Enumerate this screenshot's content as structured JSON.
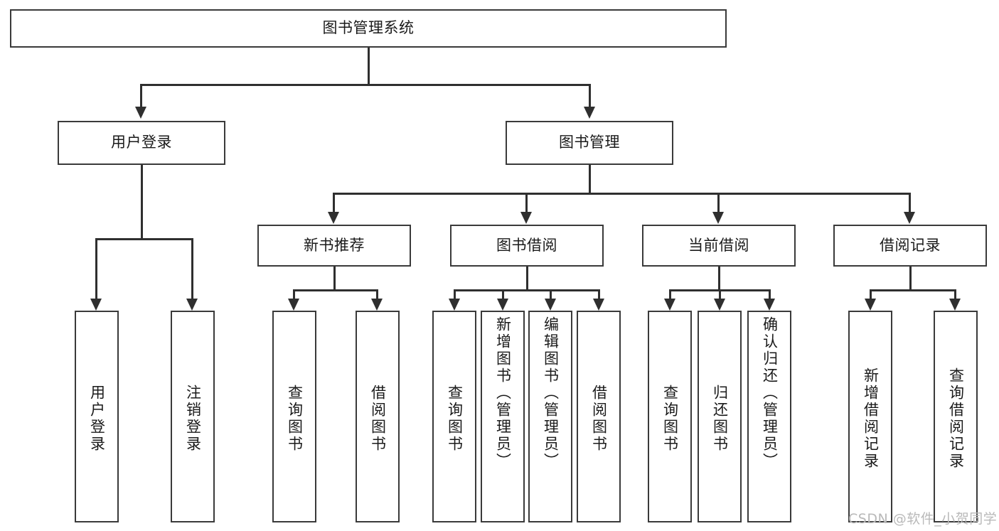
{
  "diagram": {
    "title_node": {
      "label": "图书管理系统"
    },
    "level2": [
      {
        "label": "用户登录"
      },
      {
        "label": "图书管理"
      }
    ],
    "level3": [
      {
        "label": "新书推荐"
      },
      {
        "label": "图书借阅"
      },
      {
        "label": "当前借阅"
      },
      {
        "label": "借阅记录"
      }
    ],
    "leaves": {
      "user_login": [
        {
          "label": "用户登录"
        },
        {
          "label": "注销登录"
        }
      ],
      "new_book": [
        {
          "label": "查询图书"
        },
        {
          "label": "借阅图书"
        }
      ],
      "book_borrow": [
        {
          "label": "查询图书"
        },
        {
          "label": "新增图书（管理员）"
        },
        {
          "label": "编辑图书（管理员）"
        },
        {
          "label": "借阅图书"
        }
      ],
      "current_borrow": [
        {
          "label": "查询图书"
        },
        {
          "label": "归还图书"
        },
        {
          "label": "确认归还（管理员）"
        }
      ],
      "borrow_record": [
        {
          "label": "新增借阅记录"
        },
        {
          "label": "查询借阅记录"
        }
      ]
    }
  },
  "watermark": {
    "text": "CSDN @软件_小贺同学"
  }
}
